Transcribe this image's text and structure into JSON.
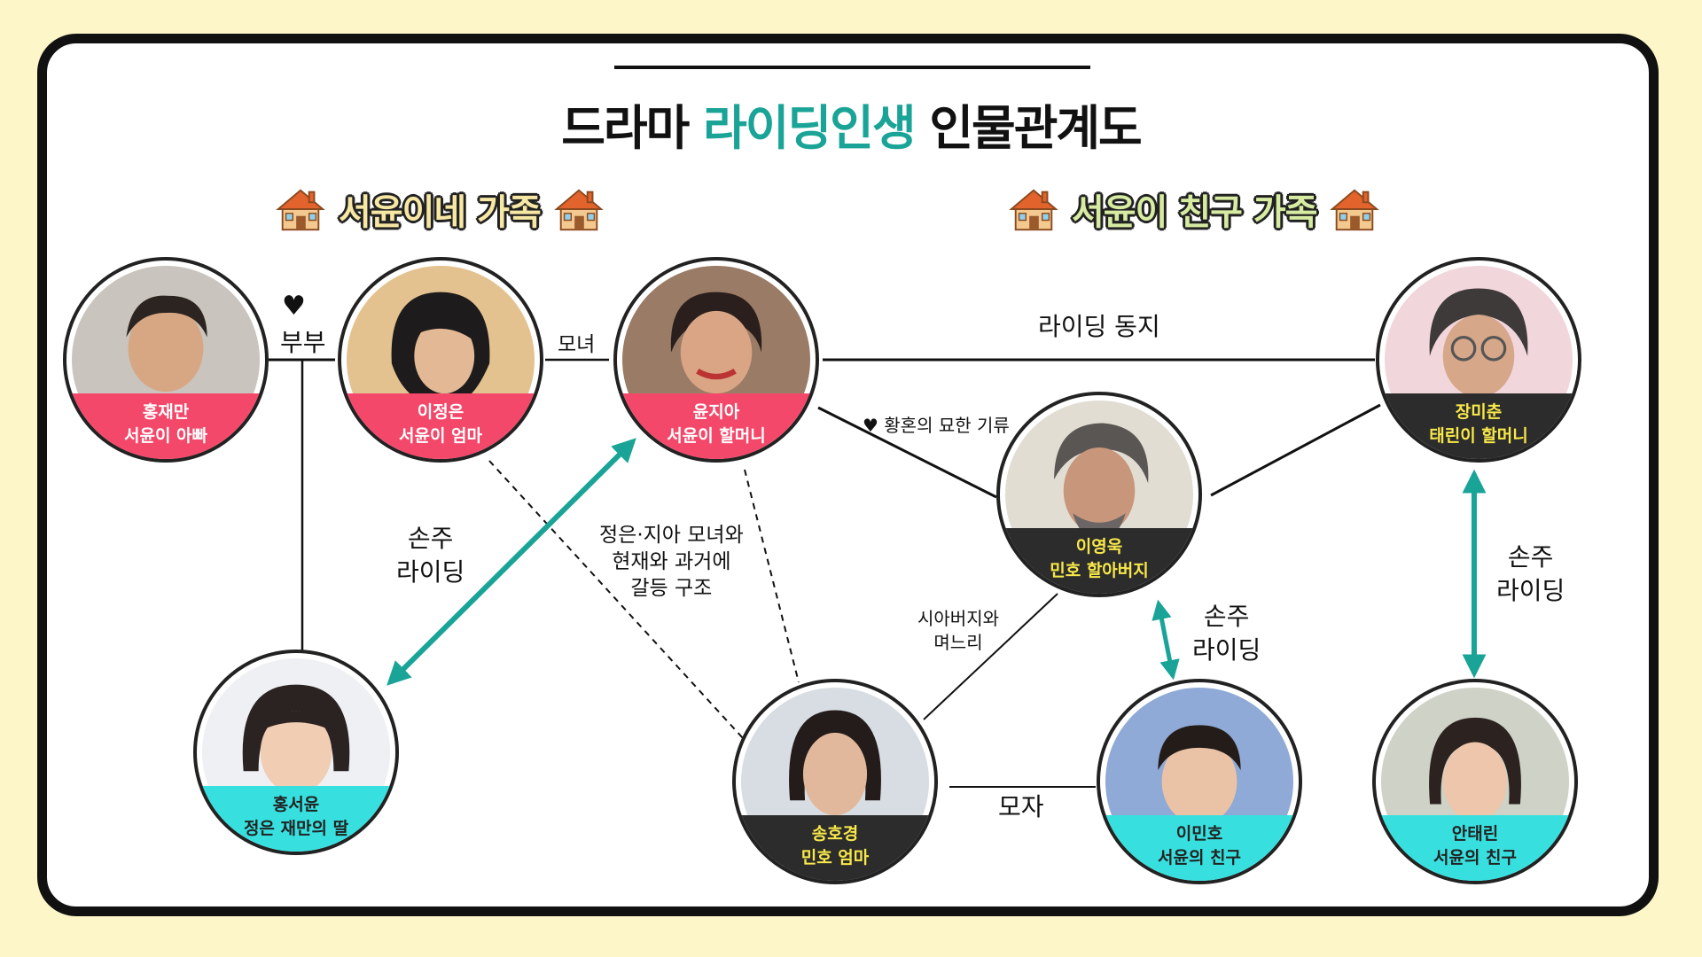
{
  "title": {
    "prefix": "드라마",
    "highlight": "라이딩인생",
    "suffix": "인물관계도"
  },
  "groups": {
    "left": "서윤이네 가족",
    "right": "서윤이 친구 가족"
  },
  "people": {
    "jaeman": {
      "name": "홍재만",
      "role": "서윤이 아빠"
    },
    "jeongeun": {
      "name": "이정은",
      "role": "서윤이 엄마"
    },
    "jia": {
      "name": "윤지아",
      "role": "서윤이 할머니"
    },
    "michun": {
      "name": "장미춘",
      "role": "태린이 할머니"
    },
    "youngwook": {
      "name": "이영욱",
      "role": "민호 할아버지"
    },
    "seoyun": {
      "name": "홍서윤",
      "role": "정은 재만의 딸"
    },
    "hokyung": {
      "name": "송호경",
      "role": "민호 엄마"
    },
    "minho": {
      "name": "이민호",
      "role": "서윤의 친구"
    },
    "taerin": {
      "name": "안태린",
      "role": "서윤의 친구"
    }
  },
  "relations": {
    "couple_heart": "♥",
    "couple": "부부",
    "mother_daughter": "모녀",
    "riding_buddy": "라이딩 동지",
    "twilight": "♥ 황혼의 묘한 기류",
    "grandchild_riding_1": "손주\n라이딩",
    "conflict": "정은·지아 모녀와\n현재와 과거에\n갈등 구조",
    "inlaw": "시아버지와\n며느리",
    "grandchild_riding_2": "손주\n라이딩",
    "grandchild_riding_3": "손주\n라이딩",
    "mother_son": "모자"
  },
  "colors": {
    "teal_arrow": "#1aa497",
    "pink": "#f4486a",
    "cyan": "#37e0df",
    "dark": "#2c2c2c",
    "yellow_text": "#f8e84a",
    "background": "#fdf6c9"
  }
}
